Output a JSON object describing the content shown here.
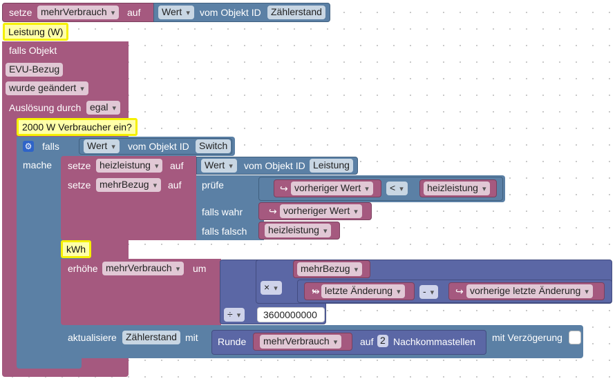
{
  "top": {
    "setze": "setze",
    "var": "mehrVerbrauch",
    "auf": "auf",
    "wert": "Wert",
    "vom_objekt": "vom Objekt ID",
    "obj": "Zählerstand"
  },
  "comments": {
    "leistung": "Leistung (W)",
    "verbraucher": "2000 W Verbraucher ein?",
    "kwh": "kWh"
  },
  "trigger": {
    "falls_objekt": "falls Objekt",
    "obj": "EVU-Bezug",
    "geaendert": "wurde geändert",
    "ausloesung": "Auslösung durch",
    "egal": "egal"
  },
  "if_block": {
    "falls": "falls",
    "mache": "mache",
    "wert": "Wert",
    "vom_objekt": "vom Objekt ID",
    "obj": "Switch"
  },
  "set1": {
    "setze": "setze",
    "var": "heizleistung",
    "auf": "auf",
    "wert": "Wert",
    "vom_objekt": "vom Objekt ID",
    "obj": "Leistung"
  },
  "set2": {
    "setze": "setze",
    "var": "mehrBezug",
    "auf": "auf",
    "pruefe": "prüfe",
    "falls_wahr": "falls wahr",
    "falls_falsch": "falls falsch",
    "arrow": "↪",
    "vorheriger_wert": "vorheriger Wert",
    "op": "<",
    "heizleistung": "heizleistung"
  },
  "increase": {
    "erhoehe": "erhöhe",
    "var": "mehrVerbrauch",
    "um": "um",
    "mehrbezug": "mehrBezug",
    "mul": "×",
    "minus": "-",
    "div": "÷",
    "letzte": "letzte Änderung",
    "vorherige": "vorherige letzte Änderung",
    "divisor": "3600000000"
  },
  "update": {
    "aktualisiere": "aktualisiere",
    "obj": "Zählerstand",
    "mit": "mit",
    "runde": "Runde",
    "var": "mehrVerbrauch",
    "auf": "auf",
    "digits": "2",
    "nachkomma": "Nachkommastellen",
    "verzoegerung": "mit Verzögerung"
  }
}
